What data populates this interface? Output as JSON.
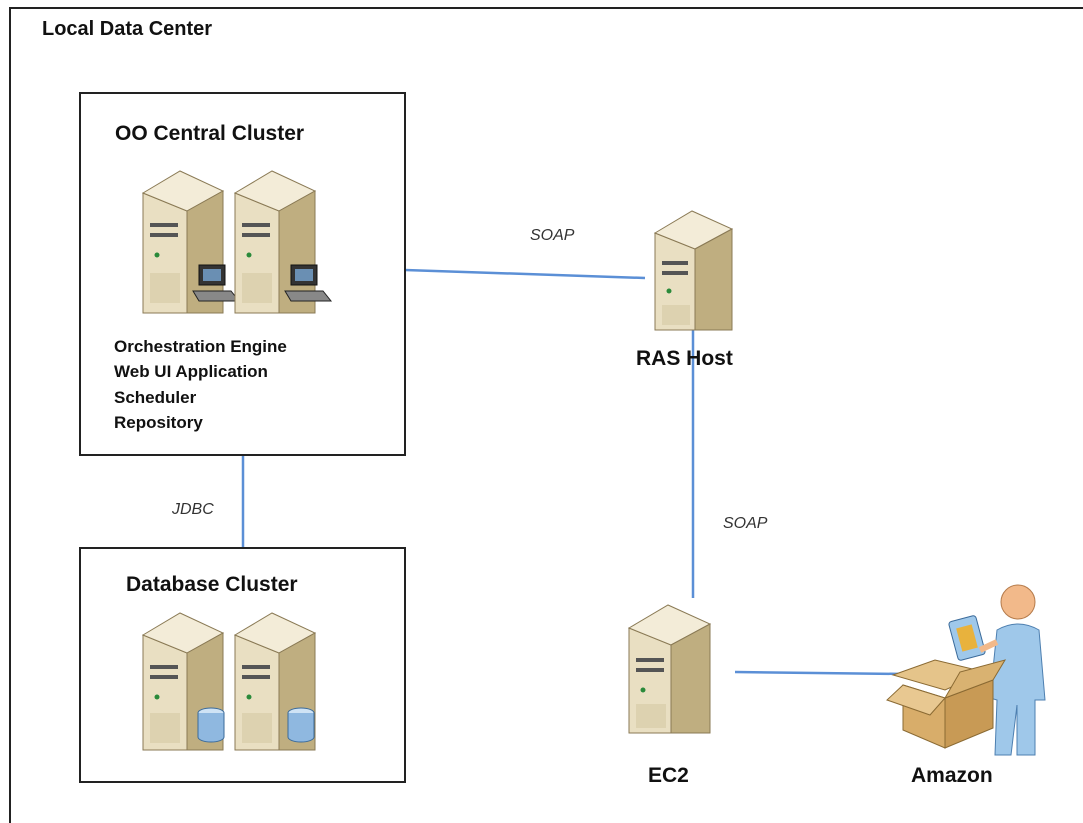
{
  "diagram": {
    "title": "Local Data Center",
    "central_cluster": {
      "title": "OO Central Cluster",
      "components": [
        "Orchestration Engine",
        "Web UI Application",
        "Scheduler",
        "Repository"
      ]
    },
    "database_cluster": {
      "title": "Database Cluster"
    },
    "ras_host": {
      "label": "RAS Host"
    },
    "ec2": {
      "label": "EC2"
    },
    "amazon": {
      "label": "Amazon"
    },
    "connections": {
      "central_ras": "SOAP",
      "ras_ec2": "SOAP",
      "central_db": "JDBC"
    },
    "colors": {
      "line": "#5b8fd6",
      "server_front": "#e9dfc2",
      "server_side": "#c9b98f",
      "person": "#9fc8ea",
      "box": "#d8ad6a"
    }
  }
}
